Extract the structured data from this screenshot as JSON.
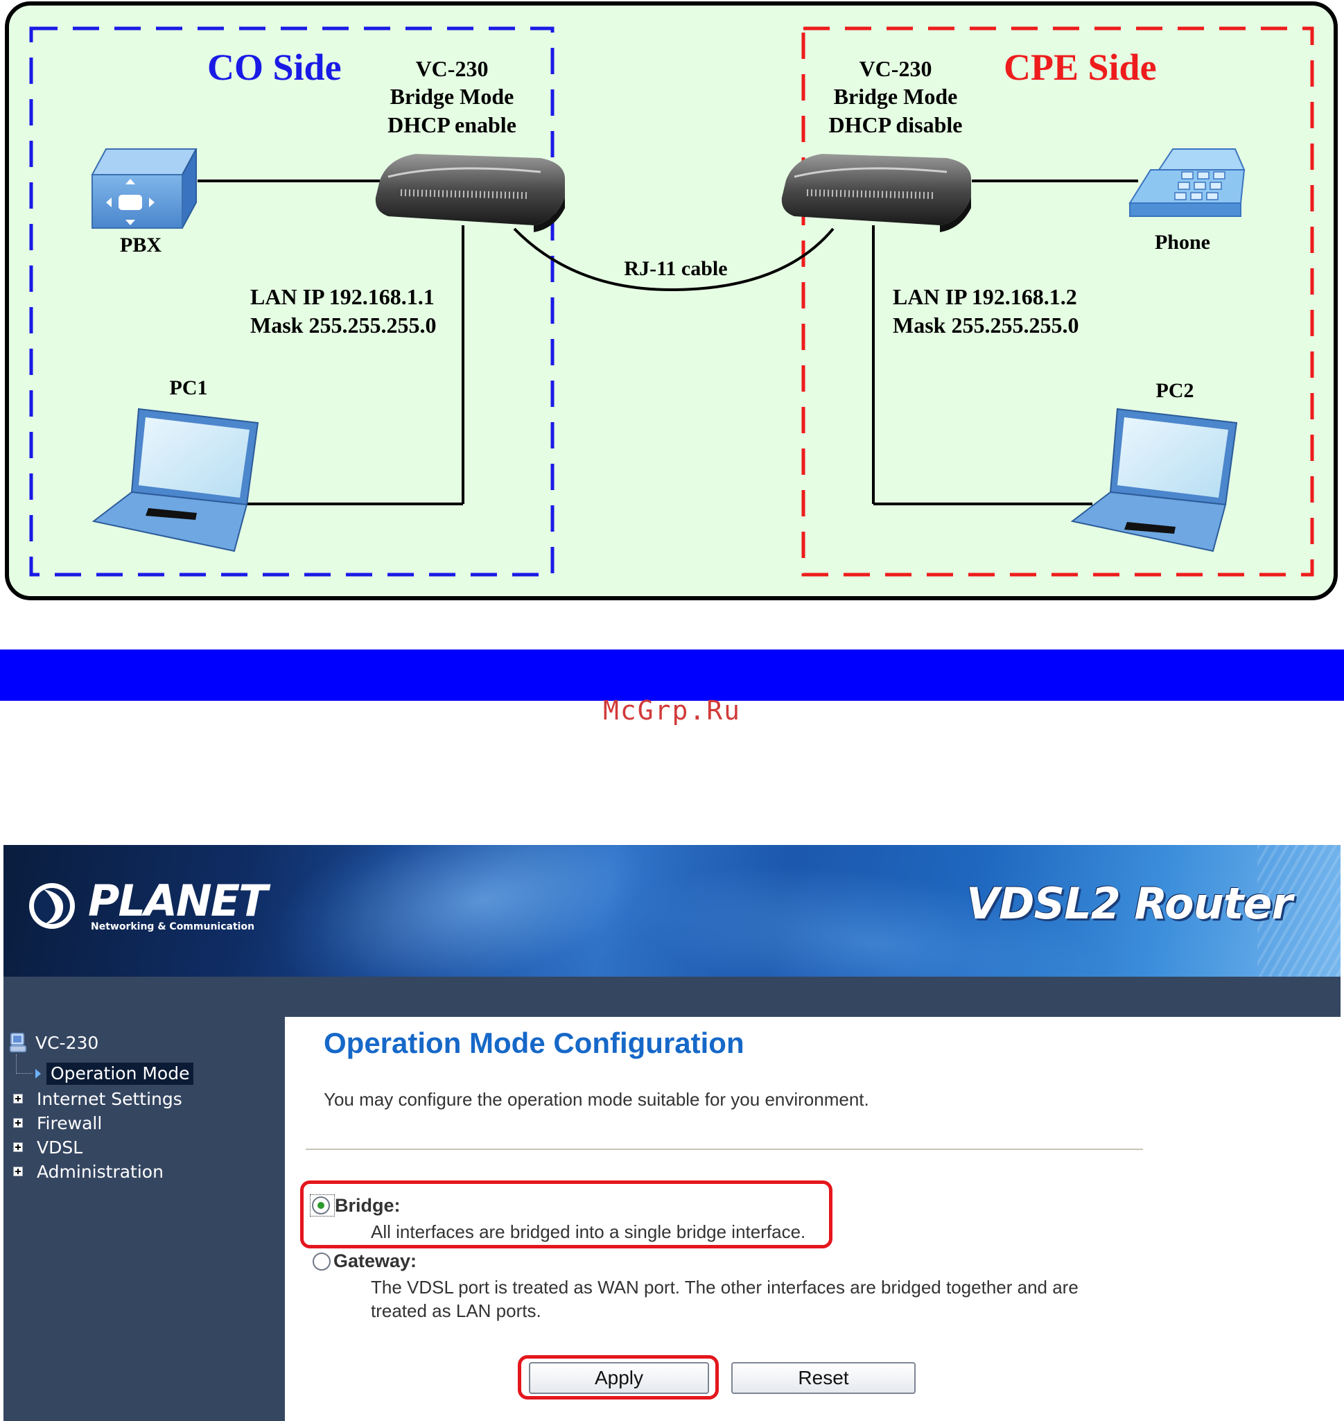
{
  "diagram": {
    "co_side": {
      "title": "CO Side",
      "device_name": "VC-230",
      "device_mode": "Bridge Mode",
      "device_dhcp": "DHCP enable",
      "pbx_label": "PBX",
      "lan_ip": "LAN IP 192.168.1.1",
      "mask": "Mask 255.255.255.0",
      "pc_label": "PC1",
      "border_color": "#1a1ae6"
    },
    "cpe_side": {
      "title": "CPE Side",
      "device_name": "VC-230",
      "device_mode": "Bridge Mode",
      "device_dhcp": "DHCP disable",
      "phone_label": "Phone",
      "lan_ip": "LAN IP 192.168.1.2",
      "mask": "Mask 255.255.255.0",
      "pc_label": "PC2",
      "border_color": "#ee1c1c"
    },
    "cable_label": "RJ-11 cable",
    "background": "#e5fde3"
  },
  "watermark": "McGrp.Ru",
  "router_ui": {
    "brand": "PLANET",
    "brand_tagline": "Networking & Communication",
    "product": "VDSL2 Router",
    "sidebar": {
      "root": "VC-230",
      "selected": "Operation Mode",
      "items": [
        "Internet Settings",
        "Firewall",
        "VDSL",
        "Administration"
      ]
    },
    "page": {
      "title": "Operation Mode Configuration",
      "description": "You may configure the operation mode suitable for you environment.",
      "options": [
        {
          "label": "Bridge:",
          "description": "All interfaces are bridged into a single bridge interface.",
          "checked": true
        },
        {
          "label": "Gateway:",
          "description_line1": "The VDSL port is treated as WAN port. The other interfaces are bridged together and are",
          "description_line2": "treated as LAN ports.",
          "checked": false
        }
      ],
      "apply_label": "Apply",
      "reset_label": "Reset"
    },
    "accent_color": "#1668c8",
    "highlight_color": "#e4161d"
  }
}
